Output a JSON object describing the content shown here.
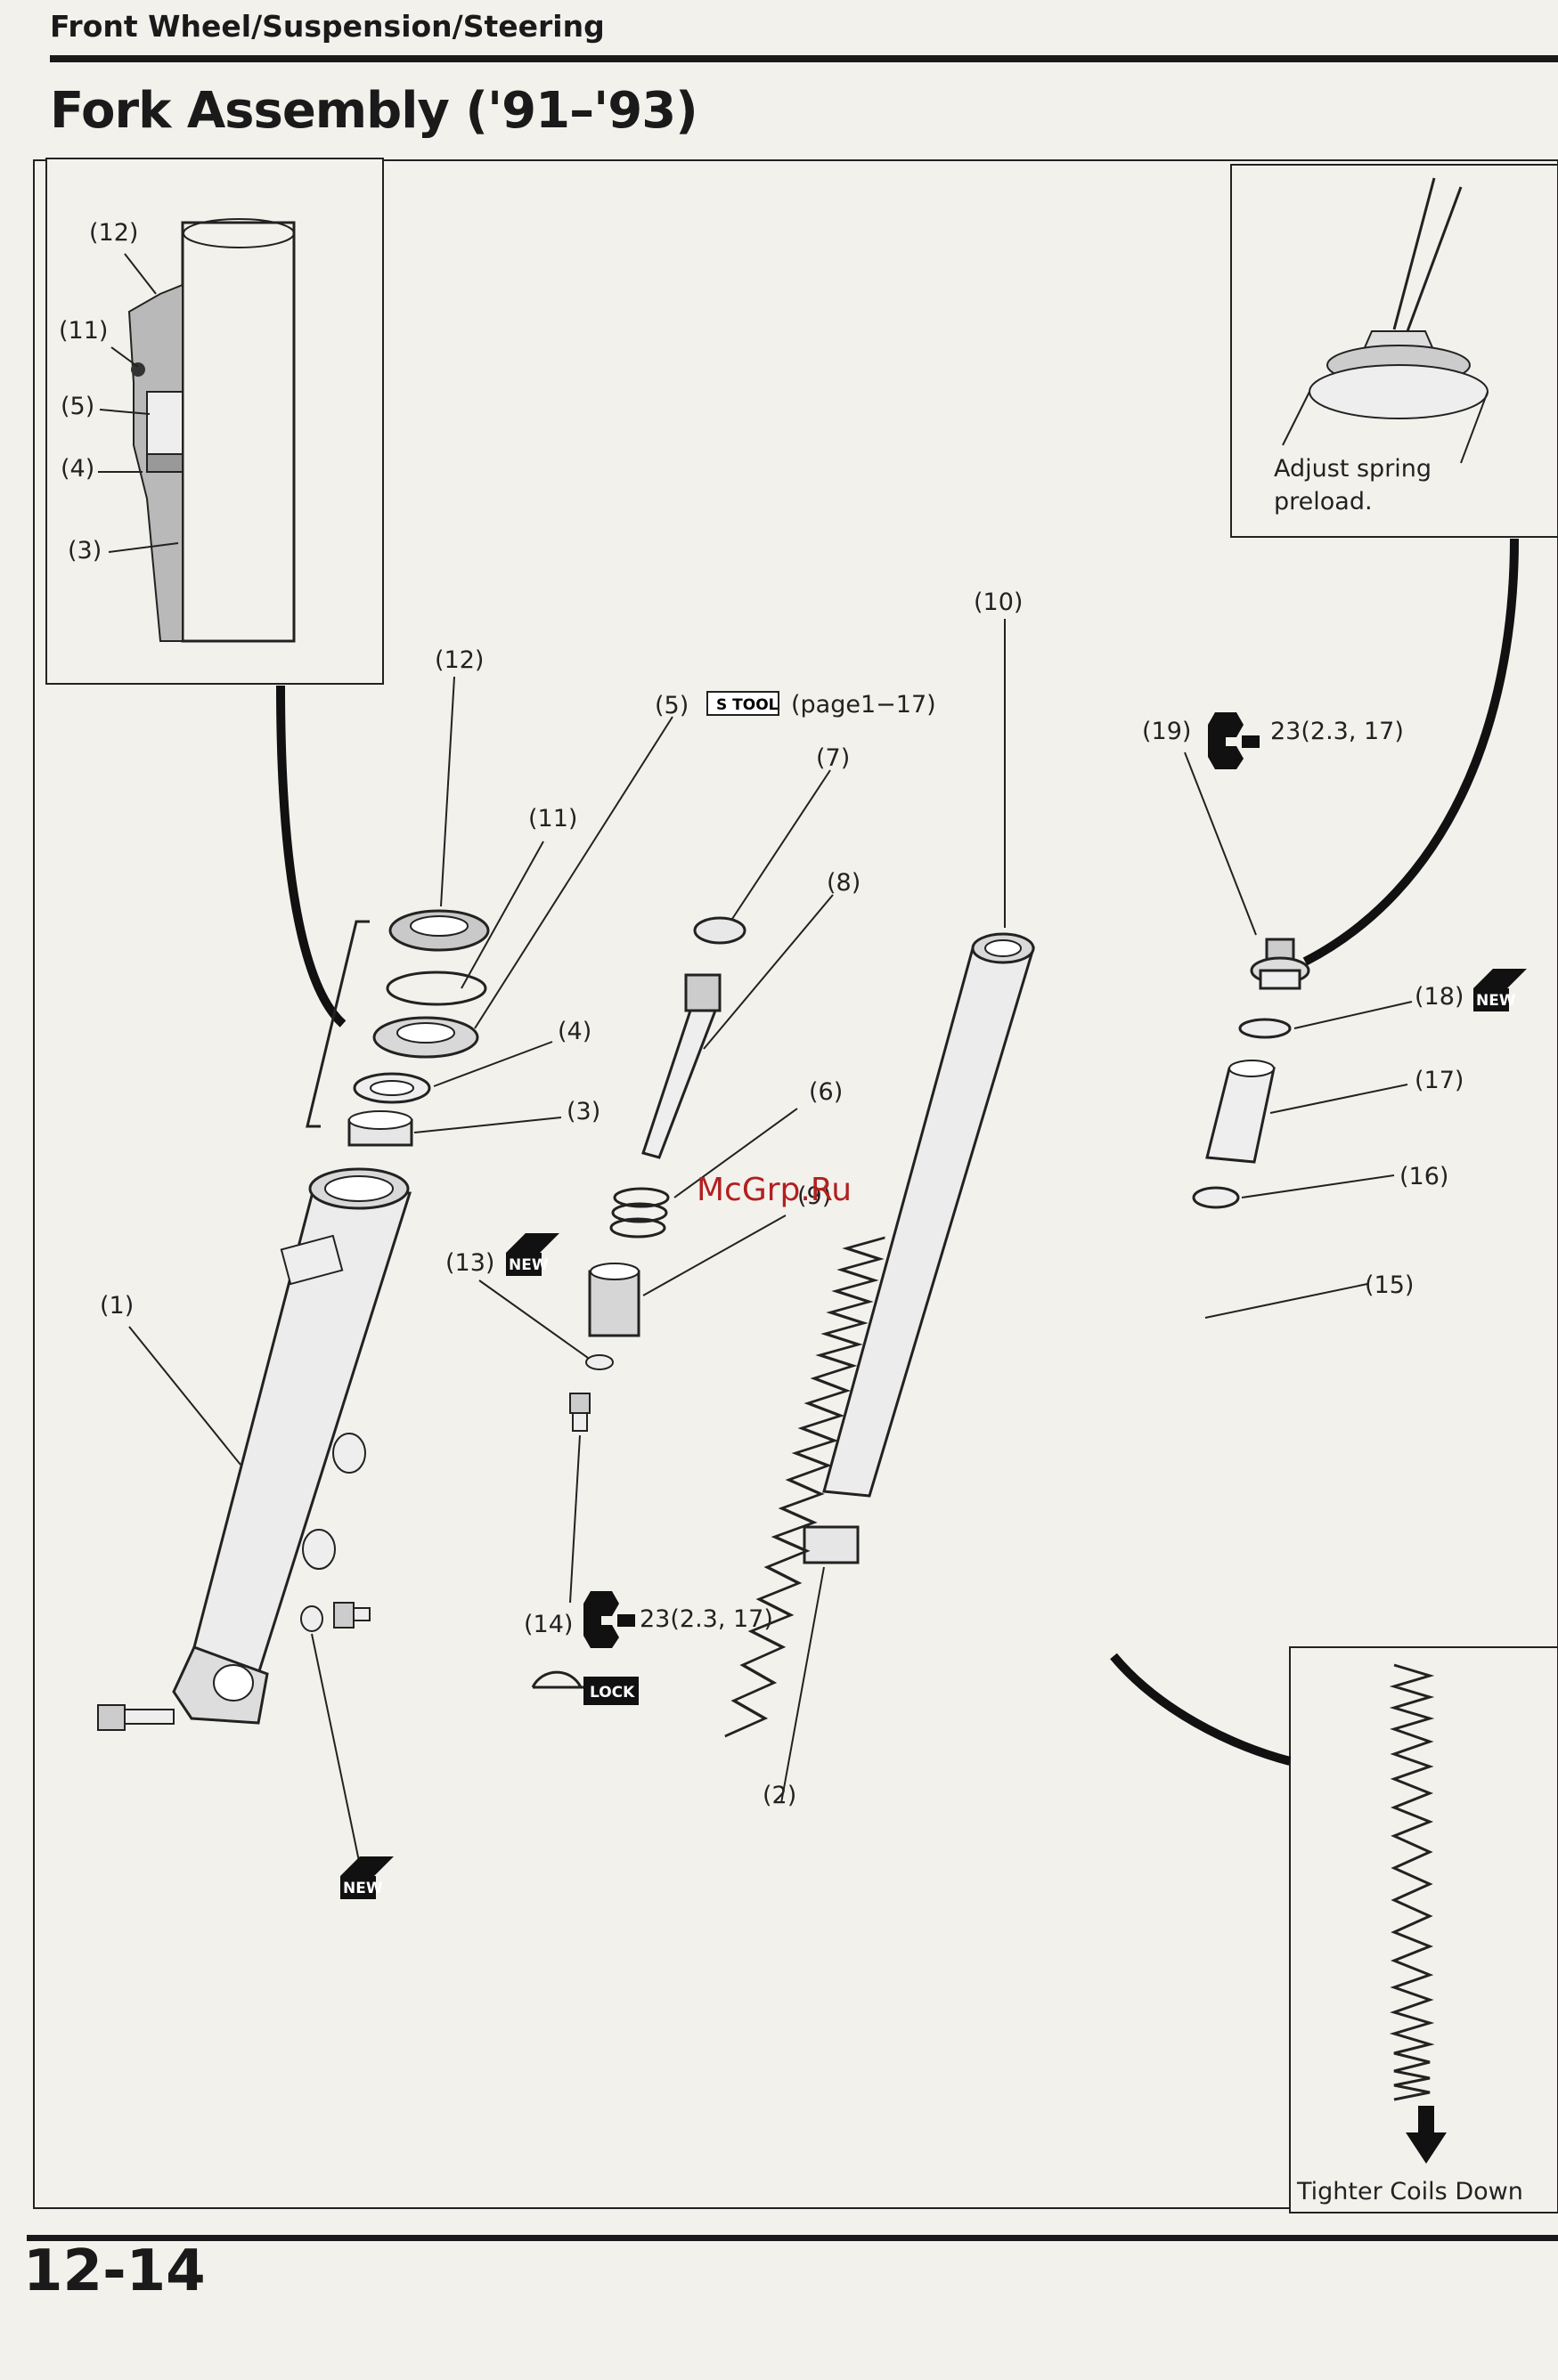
{
  "header": {
    "section": "Front Wheel/Suspension/Steering",
    "title": "Fork Assembly ('91–'93)",
    "page_number": "12-14"
  },
  "watermark": "McGrp.Ru",
  "callouts": {
    "c1": "(1)",
    "c2": "(2)",
    "c3": "(3)",
    "c4": "(4)",
    "c5": "(5)",
    "c6": "(6)",
    "c7": "(7)",
    "c8": "(8)",
    "c9": "(9)",
    "c10": "(10)",
    "c11": "(11)",
    "c12": "(12)",
    "c13": "(13)",
    "c14": "(14)",
    "c15": "(15)",
    "c16": "(16)",
    "c17": "(17)",
    "c18": "(18)",
    "c19": "(19)"
  },
  "inset_seal": {
    "c12": "(12)",
    "c11": "(11)",
    "c5": "(5)",
    "c4": "(4)",
    "c3": "(3)"
  },
  "annotations": {
    "stool_badge": "S TOOL",
    "stool_ref": "(page1−17)",
    "torque_19": "23(2.3, 17)",
    "torque_14": "23(2.3, 17)",
    "new_badge": "NEW",
    "lock_badge": "LOCK"
  },
  "inset_preload": {
    "line1": "Adjust spring",
    "line2": "preload."
  },
  "inset_spring": {
    "caption": "Tighter Coils Down"
  },
  "icons": [
    "wrench-icon",
    "new-part-icon",
    "lock-agent-icon",
    "arrow-down-icon",
    "screwdriver-icon"
  ]
}
